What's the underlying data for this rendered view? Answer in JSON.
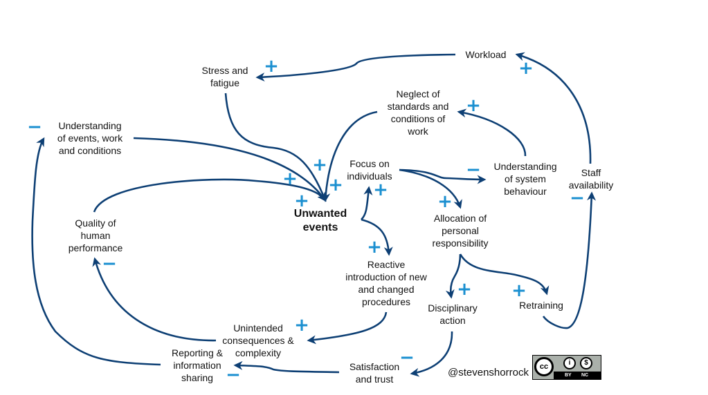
{
  "colors": {
    "arrow": "#0d3f74",
    "sign": "#1a8fd0",
    "text": "#111111"
  },
  "nodes": {
    "workload": "Workload",
    "stress": "Stress and\nfatigue",
    "neglect": "Neglect of\nstandards and\nconditions of\nwork",
    "understanding_events": "Understanding\nof events, work\nand conditions",
    "focus": "Focus on\nindividuals",
    "understanding_system": "Understanding\nof system\nbehaviour",
    "staff": "Staff\navailability",
    "quality": "Quality of\nhuman\nperformance",
    "unwanted": "Unwanted\nevents",
    "allocation": "Allocation of\npersonal\nresponsibility",
    "reactive": "Reactive\nintroduction of new\nand changed\nprocedures",
    "disciplinary": "Disciplinary\naction",
    "retraining": "Retraining",
    "unintended": "Unintended\nconsequences &\ncomplexity",
    "reporting": "Reporting &\ninformation\nsharing",
    "satisfaction": "Satisfaction\nand trust"
  },
  "links": [
    {
      "from": "Workload",
      "to": "Stress and fatigue",
      "polarity": "+"
    },
    {
      "from": "Staff availability",
      "to": "Workload",
      "polarity": "+"
    },
    {
      "from": "Understanding of system behaviour",
      "to": "Neglect of standards and conditions of work",
      "polarity": "+"
    },
    {
      "from": "Stress and fatigue",
      "to": "Unwanted events",
      "polarity": "+"
    },
    {
      "from": "Understanding of events, work and conditions",
      "to": "Unwanted events",
      "polarity": "+"
    },
    {
      "from": "Neglect of standards and conditions of work",
      "to": "Unwanted events",
      "polarity": "+"
    },
    {
      "from": "Quality of human performance",
      "to": "Unwanted events",
      "polarity": "+"
    },
    {
      "from": "Unwanted events",
      "to": "Focus on individuals",
      "polarity": "+"
    },
    {
      "from": "Unwanted events",
      "to": "Reactive introduction of new and changed procedures",
      "polarity": "+"
    },
    {
      "from": "Focus on individuals",
      "to": "Understanding of system behaviour",
      "polarity": "-"
    },
    {
      "from": "Focus on individuals",
      "to": "Allocation of personal responsibility",
      "polarity": "+"
    },
    {
      "from": "Allocation of personal responsibility",
      "to": "Disciplinary action",
      "polarity": "+"
    },
    {
      "from": "Allocation of personal responsibility",
      "to": "Retraining",
      "polarity": "+"
    },
    {
      "from": "Retraining",
      "to": "Staff availability",
      "polarity": "-"
    },
    {
      "from": "Reactive introduction of new and changed procedures",
      "to": "Unintended consequences & complexity",
      "polarity": "+"
    },
    {
      "from": "Unintended consequences & complexity",
      "to": "Quality of human performance",
      "polarity": "-"
    },
    {
      "from": "Disciplinary action",
      "to": "Satisfaction and trust",
      "polarity": "-"
    },
    {
      "from": "Satisfaction and trust",
      "to": "Reporting & information sharing",
      "polarity": "-"
    },
    {
      "from": "Reporting & information sharing",
      "to": "Understanding of events, work and conditions",
      "polarity": "-"
    }
  ],
  "signs": {
    "plus": "+",
    "minus": "−"
  },
  "footer": {
    "handle": "@stevenshorrock",
    "license": {
      "cc": "cc",
      "by": "BY",
      "nc": "NC",
      "by_icon": "i",
      "nc_icon": "$"
    }
  }
}
